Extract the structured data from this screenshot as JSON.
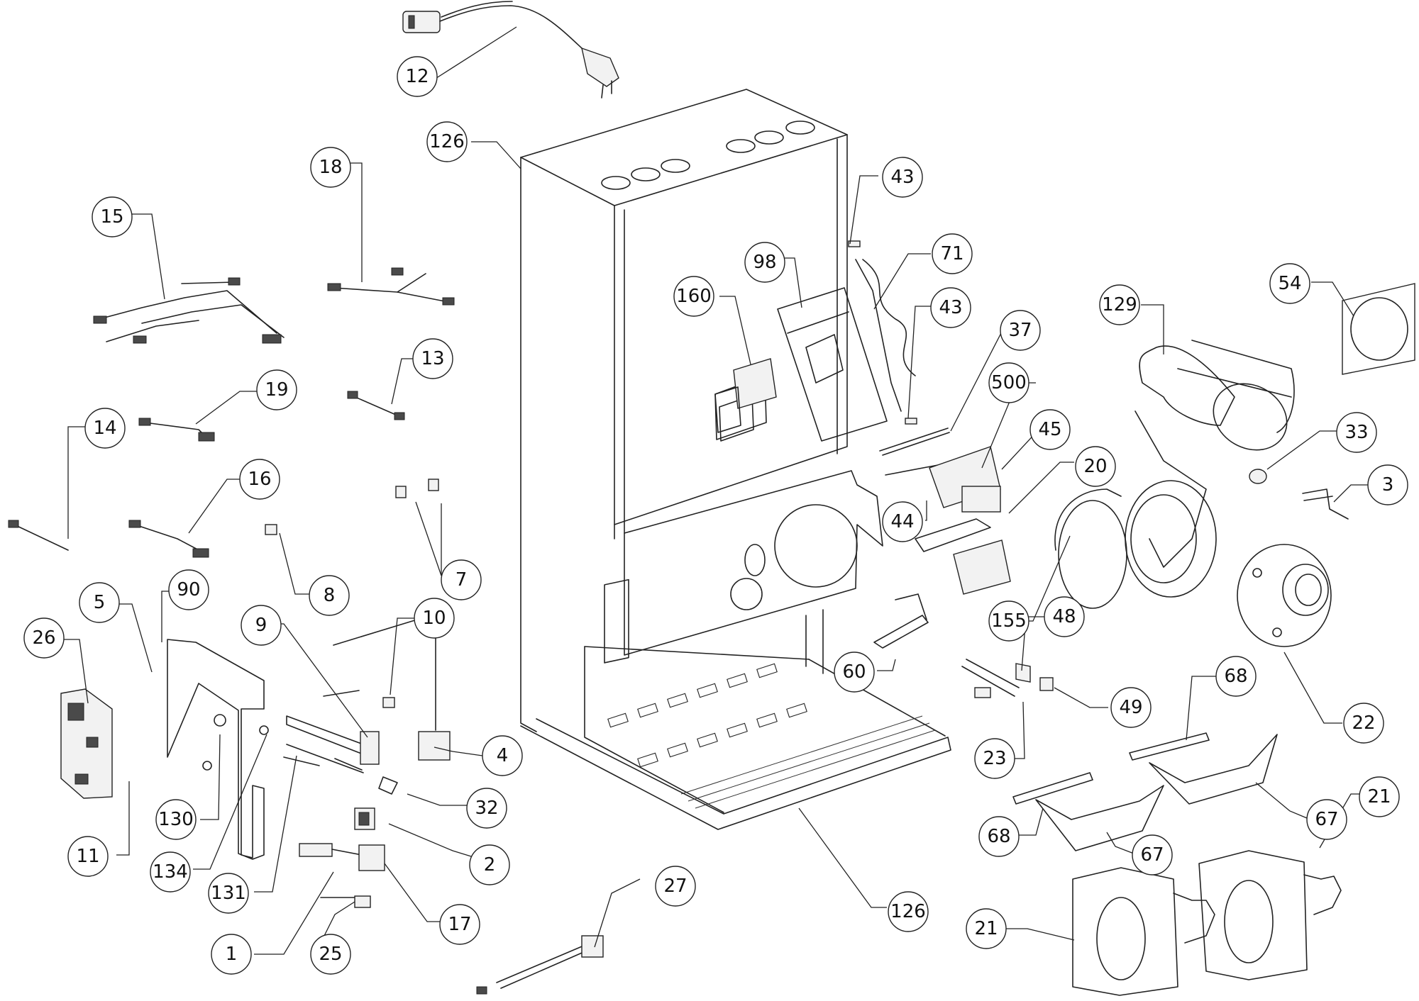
{
  "callouts": [
    {
      "id": "c12",
      "label": "12"
    },
    {
      "id": "c126a",
      "label": "126"
    },
    {
      "id": "c18",
      "label": "18"
    },
    {
      "id": "c15",
      "label": "15"
    },
    {
      "id": "c13",
      "label": "13"
    },
    {
      "id": "c19",
      "label": "19"
    },
    {
      "id": "c14",
      "label": "14"
    },
    {
      "id": "c16",
      "label": "16"
    },
    {
      "id": "c7",
      "label": "7"
    },
    {
      "id": "c8",
      "label": "8"
    },
    {
      "id": "c5",
      "label": "5"
    },
    {
      "id": "c90",
      "label": "90"
    },
    {
      "id": "c26",
      "label": "26"
    },
    {
      "id": "c9",
      "label": "9"
    },
    {
      "id": "c10",
      "label": "10"
    },
    {
      "id": "c4",
      "label": "4"
    },
    {
      "id": "c32",
      "label": "32"
    },
    {
      "id": "c2",
      "label": "2"
    },
    {
      "id": "c130",
      "label": "130"
    },
    {
      "id": "c11",
      "label": "11"
    },
    {
      "id": "c134",
      "label": "134"
    },
    {
      "id": "c131",
      "label": "131"
    },
    {
      "id": "c17",
      "label": "17"
    },
    {
      "id": "c1",
      "label": "1"
    },
    {
      "id": "c25",
      "label": "25"
    },
    {
      "id": "c27",
      "label": "27"
    },
    {
      "id": "c126b",
      "label": "126"
    },
    {
      "id": "c43a",
      "label": "43"
    },
    {
      "id": "c98",
      "label": "98"
    },
    {
      "id": "c71",
      "label": "71"
    },
    {
      "id": "c160",
      "label": "160"
    },
    {
      "id": "c43b",
      "label": "43"
    },
    {
      "id": "c37",
      "label": "37"
    },
    {
      "id": "c500",
      "label": "500"
    },
    {
      "id": "c45",
      "label": "45"
    },
    {
      "id": "c20",
      "label": "20"
    },
    {
      "id": "c44",
      "label": "44"
    },
    {
      "id": "c60",
      "label": "60"
    },
    {
      "id": "c155",
      "label": "155"
    },
    {
      "id": "c48",
      "label": "48"
    },
    {
      "id": "c49",
      "label": "49"
    },
    {
      "id": "c23",
      "label": "23"
    },
    {
      "id": "c129",
      "label": "129"
    },
    {
      "id": "c54",
      "label": "54"
    },
    {
      "id": "c33",
      "label": "33"
    },
    {
      "id": "c3",
      "label": "3"
    },
    {
      "id": "c22",
      "label": "22"
    },
    {
      "id": "c68a",
      "label": "68"
    },
    {
      "id": "c67a",
      "label": "67"
    },
    {
      "id": "c68b",
      "label": "68"
    },
    {
      "id": "c67b",
      "label": "67"
    },
    {
      "id": "c21a",
      "label": "21"
    },
    {
      "id": "c21b",
      "label": "21"
    }
  ]
}
